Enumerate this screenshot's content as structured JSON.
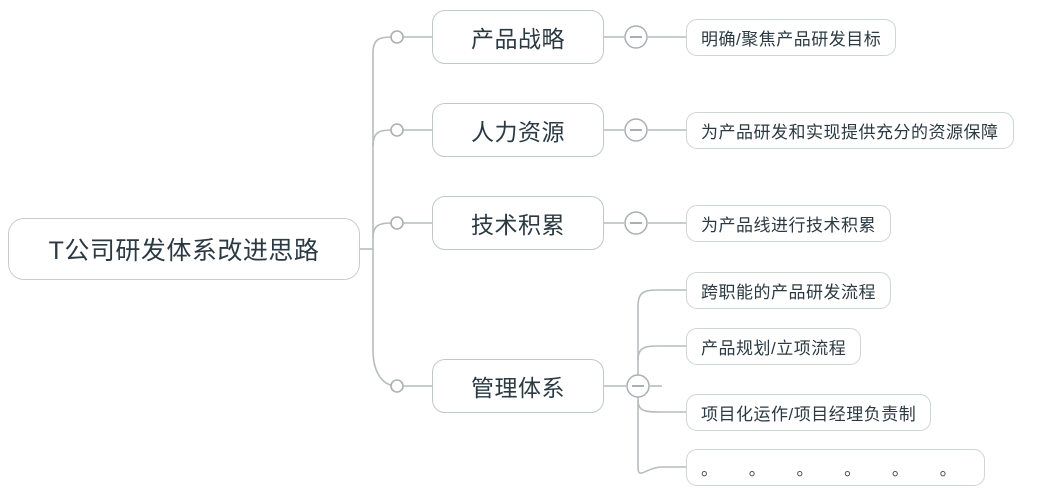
{
  "diagram": {
    "type": "mind-map",
    "title": "T公司研发体系改进思路",
    "colors": {
      "background": "#ffffff",
      "text": "#2b3a42",
      "node_border": "#c9cdd0",
      "link": "#b6bcbf",
      "toggle_border": "#a9b0b3"
    },
    "root": {
      "label": "T公司研发体系改进思路"
    },
    "branches": [
      {
        "label": "产品战略",
        "toggle": "collapse-minus",
        "children": [
          {
            "label": "明确/聚焦产品研发目标"
          }
        ]
      },
      {
        "label": "人力资源",
        "toggle": "collapse-minus",
        "children": [
          {
            "label": "为产品研发和实现提供充分的资源保障"
          }
        ]
      },
      {
        "label": "技术积累",
        "toggle": "collapse-minus",
        "children": [
          {
            "label": "为产品线进行技术积累"
          }
        ]
      },
      {
        "label": "管理体系",
        "toggle": "collapse-minus",
        "children": [
          {
            "label": "跨职能的产品研发流程"
          },
          {
            "label": "产品规划/立项流程"
          },
          {
            "label": "项目化运作/项目经理负责制"
          },
          {
            "label": "。 。 。 。 。 。"
          }
        ]
      }
    ]
  }
}
